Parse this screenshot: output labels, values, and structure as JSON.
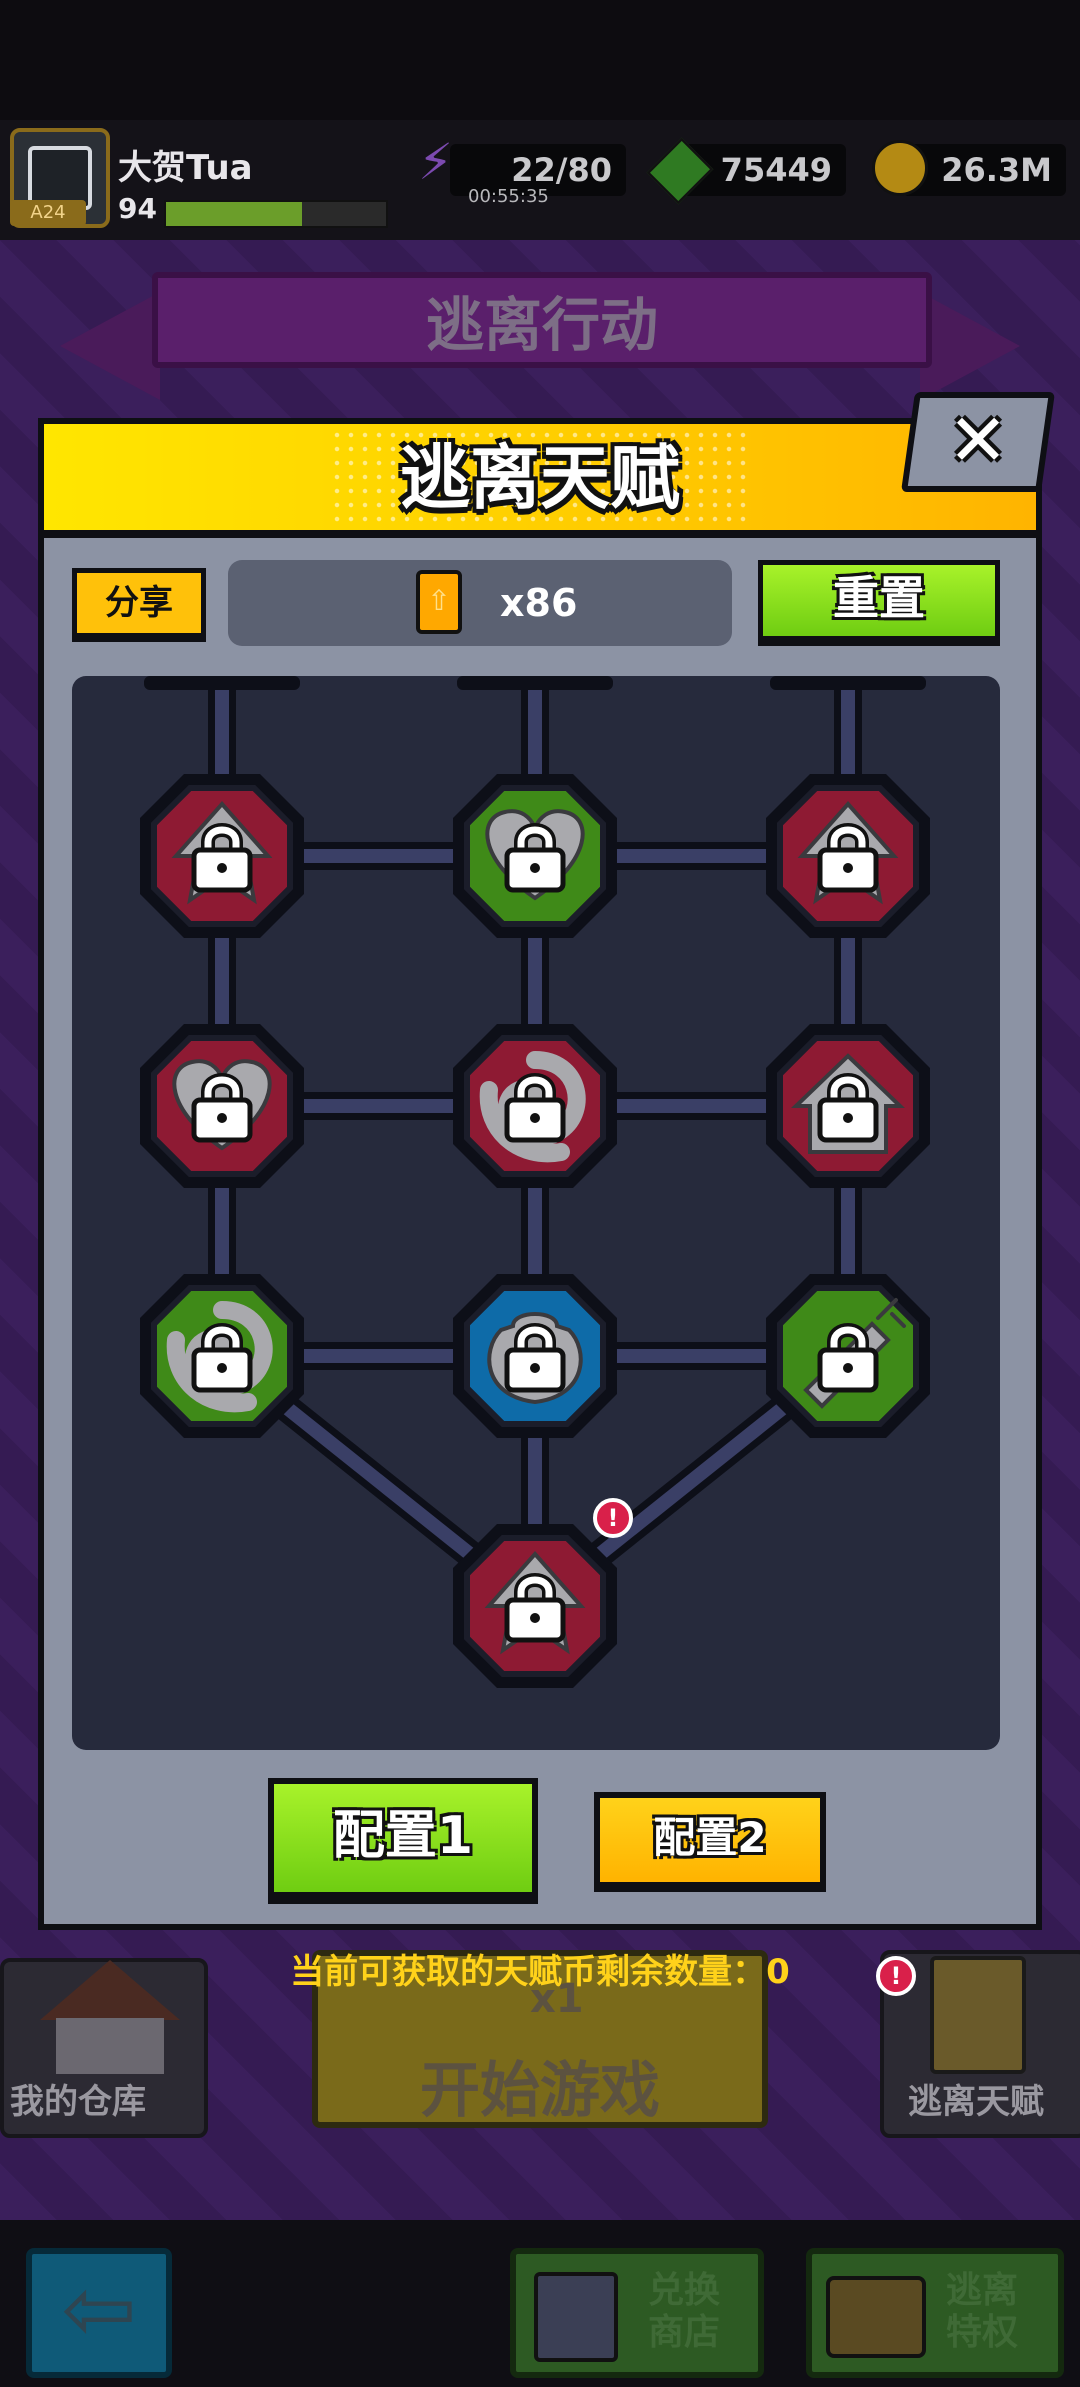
{
  "player": {
    "name": "大贺Tua",
    "level": "94",
    "xp_fraction": 0.62,
    "badge": "A24"
  },
  "resources": {
    "energy": "22/80",
    "energy_timer": "00:55:35",
    "gems": "75449",
    "coins": "26.3M"
  },
  "background": {
    "mode_title": "逃离行动",
    "warehouse_label": "我的仓库",
    "start_cost": "x1",
    "start_label": "开始游戏",
    "talent_label": "逃离天赋",
    "exchange_label_1": "兑换",
    "exchange_label_2": "商店",
    "privilege_label_1": "逃离",
    "privilege_label_2": "特权",
    "alert_mark": "!"
  },
  "modal": {
    "title": "逃离天赋",
    "close_glyph": "✕",
    "share_label": "分享",
    "talent_coin_count": "x86",
    "reset_label": "重置",
    "config1_label": "配置1",
    "config2_label": "配置2",
    "remaining_text": "当前可获取的天赋币剩余数量：0"
  },
  "talent_nodes": [
    {
      "id": "r1c1",
      "color": "red",
      "icon": "arrow-up-icon",
      "locked": true
    },
    {
      "id": "r1c2",
      "color": "green",
      "icon": "heart-icon",
      "locked": true
    },
    {
      "id": "r1c3",
      "color": "red",
      "icon": "arrow-up-icon",
      "locked": true
    },
    {
      "id": "r2c1",
      "color": "red",
      "icon": "heart-icon",
      "locked": true
    },
    {
      "id": "r2c2",
      "color": "red",
      "icon": "swirl-icon",
      "locked": true
    },
    {
      "id": "r2c3",
      "color": "red",
      "icon": "house-icon",
      "locked": true
    },
    {
      "id": "r3c1",
      "color": "green",
      "icon": "swirl-icon",
      "locked": true
    },
    {
      "id": "r3c2",
      "color": "blue",
      "icon": "bag-icon",
      "locked": true
    },
    {
      "id": "r3c3",
      "color": "green",
      "icon": "syringe-icon",
      "locked": true
    },
    {
      "id": "r4c2",
      "color": "red",
      "icon": "arrow-up-icon",
      "locked": true,
      "alert": true
    }
  ],
  "colors": {
    "red": "#8e1a33",
    "green": "#3f8a18",
    "blue": "#0e6ba8",
    "accent_yellow": "#ffd21a",
    "accent_green": "#8ae01e"
  }
}
